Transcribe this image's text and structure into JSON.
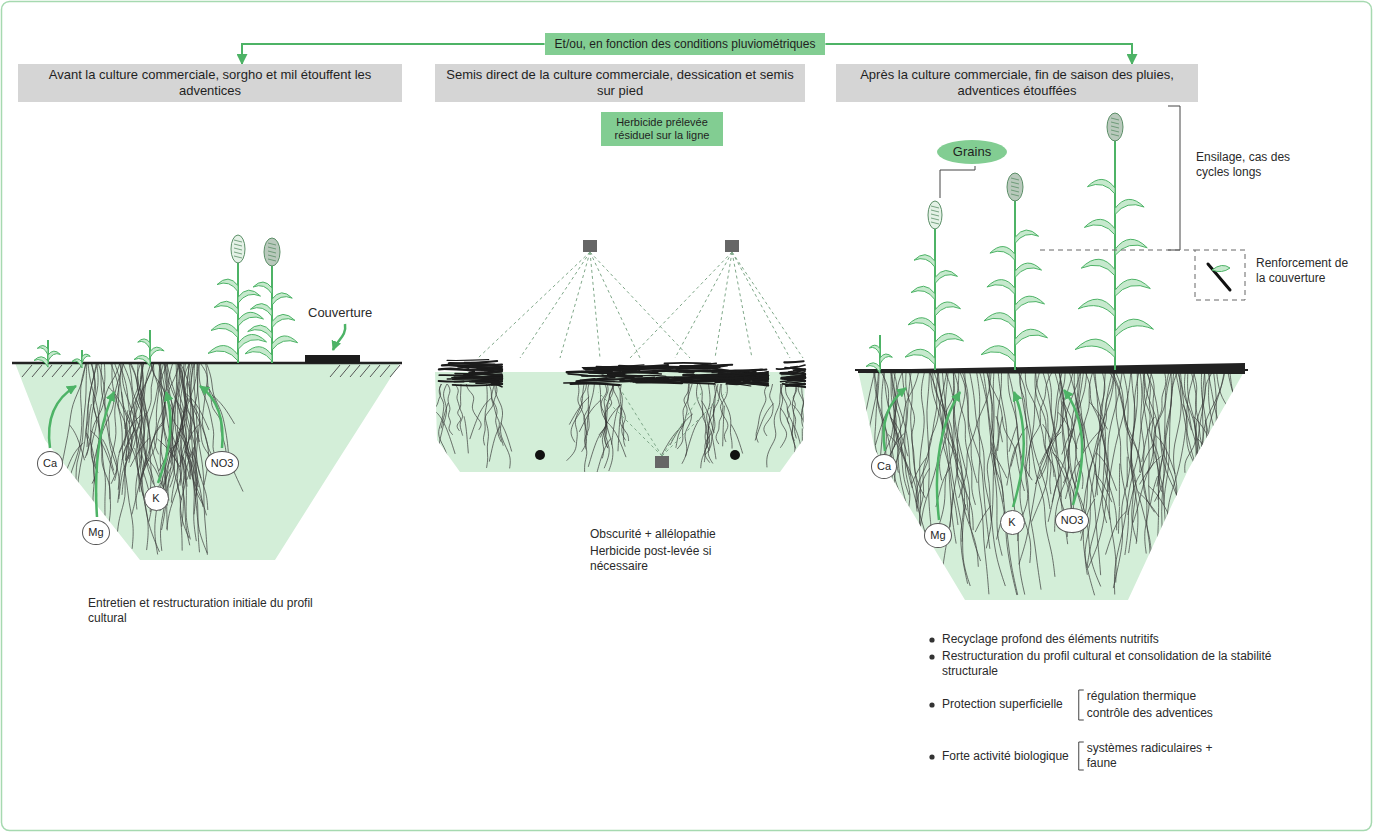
{
  "diagram": {
    "nodes": [
      {
        "text": [
          "Et/ou, en fonction des conditions pluviométriques"
        ]
      },
      {
        "text": [
          "Avant la culture commerciale, sorgho et mil étouffent les adventices"
        ]
      },
      {
        "text": [
          "Semis direct de la culture commerciale, dessication et semis sur pied"
        ]
      },
      {
        "text": [
          "Après la culture commerciale, fin de saison des pluies, adventices étouffées"
        ]
      },
      {
        "text": [
          "Herbicide prélevée résiduel sur la ligne"
        ]
      },
      {
        "text": [
          "Ca"
        ]
      },
      {
        "text": [
          "Mg"
        ]
      },
      {
        "text": [
          "K"
        ]
      },
      {
        "text": [
          "NO3"
        ]
      },
      {
        "text": [
          "Grains"
        ]
      },
      {
        "text": [
          "Ca"
        ]
      },
      {
        "text": [
          "Mg"
        ]
      },
      {
        "text": [
          "K"
        ]
      },
      {
        "text": [
          "NO3"
        ]
      }
    ],
    "edges": [
      {
        "from": 0,
        "to": 1,
        "arrow": "to"
      },
      {
        "from": 0,
        "to": 3,
        "arrow": "to"
      }
    ],
    "labels": [
      "Couverture",
      "Entretien et restructuration initiale du profil cultural",
      "Obscurité + allélopathie",
      "Herbicide post-levée si nécessaire",
      "Ensilage, cas des cycles longs",
      "Renforcement de la couverture",
      "Recyclage profond des éléments nutritifs",
      "Restructuration du profil cultural et consolidation de la stabilité structurale",
      "Protection superficielle",
      "régulation thermique",
      "contrôle des adventices",
      "Forte activité biologique",
      "systèmes radiculaires + faune"
    ]
  }
}
